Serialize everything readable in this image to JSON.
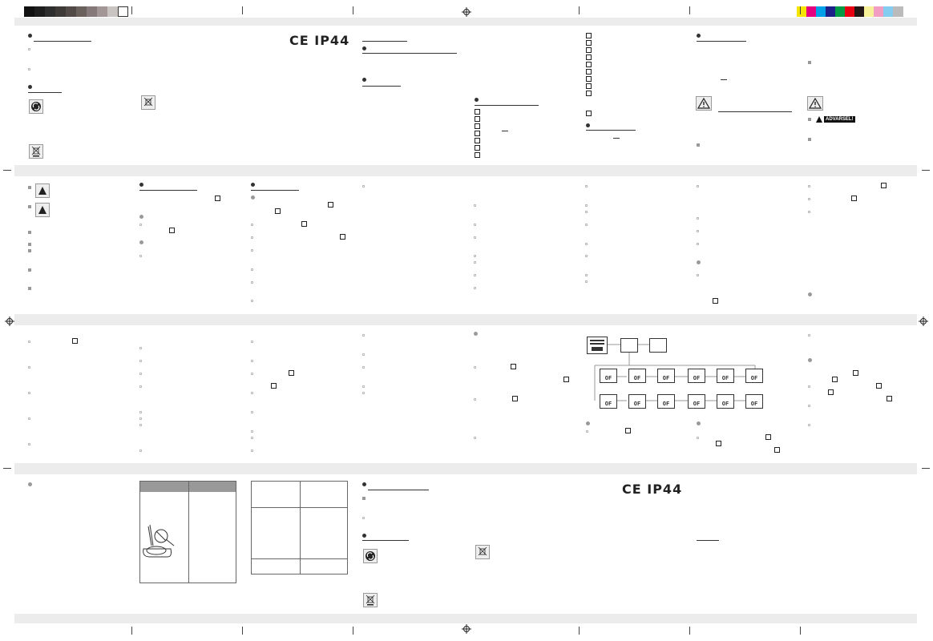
{
  "certification": {
    "ce_mark": "CE",
    "ip_rating": "IP44"
  },
  "warning_label": "ADVARSEL!",
  "lcd_display": {
    "readout": "OF"
  },
  "colors": {
    "grayscale_bar": [
      "#111111",
      "#1e1e1e",
      "#2e2e2e",
      "#3e3a38",
      "#524a46",
      "#6a605c",
      "#85797a",
      "#a29796",
      "#c9c3c2",
      "#ffffff"
    ],
    "process_bar": [
      "#f5e500",
      "#e4007f",
      "#00a0e9",
      "#1d2088",
      "#009944",
      "#e60012",
      "#231815",
      "#f7f29a",
      "#f29ec2",
      "#84ccf0",
      "#bbbbbb"
    ]
  }
}
